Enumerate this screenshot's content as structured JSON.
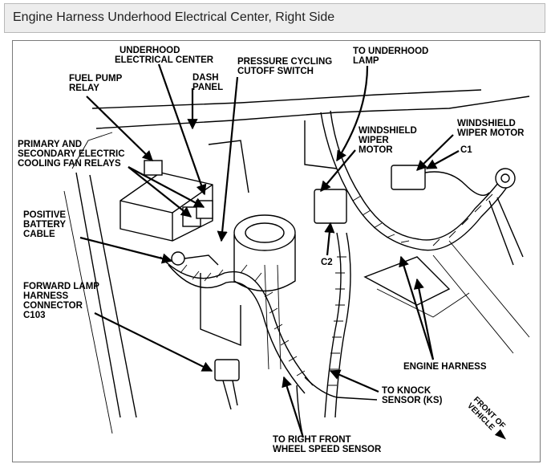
{
  "title": "Engine Harness Underhood Electrical Center, Right Side",
  "labels": {
    "underhood_electrical_center": [
      "UNDERHOOD",
      "ELECTRICAL CENTER"
    ],
    "pressure_cycling_cutoff_switch": [
      "PRESSURE CYCLING",
      "CUTOFF SWITCH"
    ],
    "to_underhood_lamp": [
      "TO UNDERHOOD",
      "LAMP"
    ],
    "fuel_pump_relay": [
      "FUEL PUMP",
      "RELAY"
    ],
    "dash_panel": [
      "DASH",
      "PANEL"
    ],
    "windshield_wiper_motor": [
      "WINDSHIELD",
      "WIPER MOTOR"
    ],
    "c1": "C1",
    "windshield_wiper_motor_connector": [
      "WINDSHIELD",
      "WIPER",
      "MOTOR"
    ],
    "cooling_fan_relays": [
      "PRIMARY AND",
      "SECONDARY ELECTRIC",
      "COOLING FAN RELAYS"
    ],
    "positive_battery_cable": [
      "POSITIVE",
      "BATTERY",
      "CABLE"
    ],
    "c2": "C2",
    "forward_lamp_connector": [
      "FORWARD LAMP",
      "HARNESS",
      "CONNECTOR",
      "C103"
    ],
    "engine_harness": "ENGINE HARNESS",
    "knock_sensor": [
      "TO KNOCK",
      "SENSOR (KS)"
    ],
    "wheel_speed_sensor": [
      "TO RIGHT FRONT",
      "WHEEL SPEED SENSOR"
    ],
    "front_of_vehicle": [
      "FRONT OF",
      "VEHICLE"
    ]
  }
}
